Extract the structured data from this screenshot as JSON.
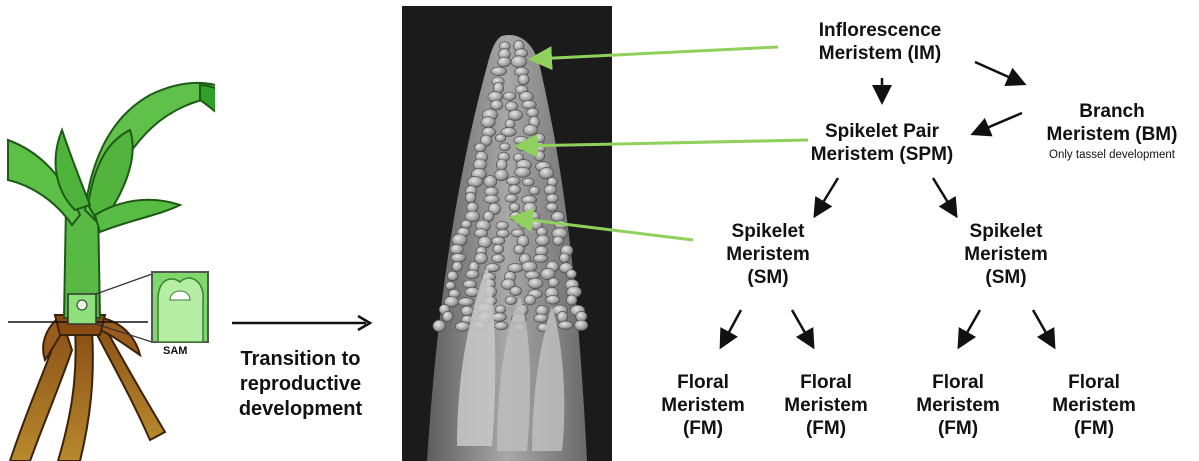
{
  "colors": {
    "leaf": "#5fc04a",
    "leaf_dark": "#2e9a2a",
    "root": "#a0651e",
    "root_dark": "#6d3f12",
    "sem_bg": "#1b1b1b",
    "arrow_green": "#8fd15c",
    "arrow_black": "#111111"
  },
  "icons": [
    "maize-plant-illustration",
    "sam-inset-icon",
    "sem-micrograph"
  ],
  "plant": {
    "sam_label": "SAM"
  },
  "transition": {
    "line1": "Transition to",
    "line2": "reproductive",
    "line3": "development"
  },
  "nodes": {
    "im": {
      "line1": "Inflorescence",
      "line2": "Meristem (IM)"
    },
    "bm": {
      "line1": "Branch",
      "line2": "Meristem (BM)",
      "note": "Only tassel development"
    },
    "spm": {
      "line1": "Spikelet Pair",
      "line2": "Meristem (SPM)"
    },
    "sm_left": {
      "line1": "Spikelet",
      "line2": "Meristem",
      "line3": "(SM)"
    },
    "sm_right": {
      "line1": "Spikelet",
      "line2": "Meristem",
      "line3": "(SM)"
    },
    "fm": [
      {
        "line1": "Floral",
        "line2": "Meristem",
        "line3": "(FM)"
      },
      {
        "line1": "Floral",
        "line2": "Meristem",
        "line3": "(FM)"
      },
      {
        "line1": "Floral",
        "line2": "Meristem",
        "line3": "(FM)"
      },
      {
        "line1": "Floral",
        "line2": "Meristem",
        "line3": "(FM)"
      }
    ]
  }
}
